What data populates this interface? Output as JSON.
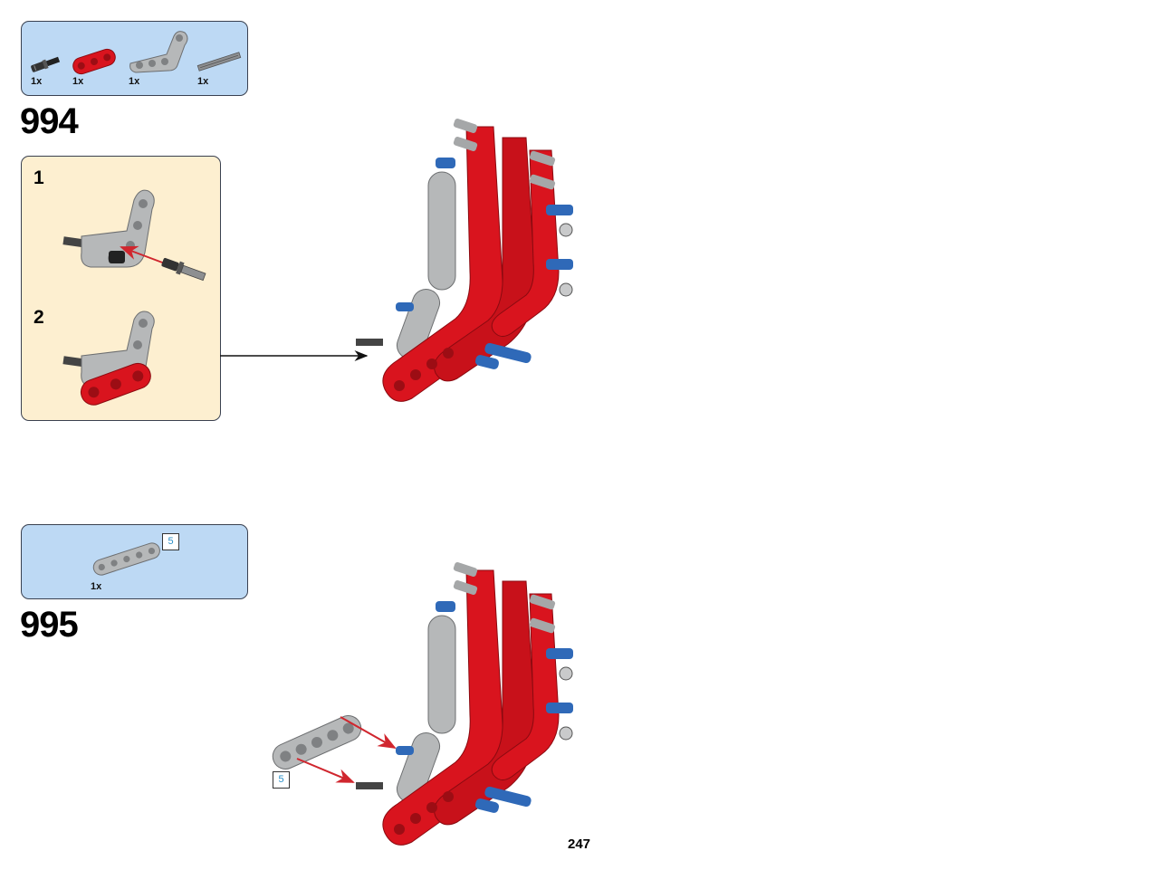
{
  "steps": [
    {
      "number": "994",
      "parts": [
        {
          "qty": "1x",
          "icon": "black-pin-with-axle-icon"
        },
        {
          "qty": "1x",
          "icon": "red-beam-3-icon"
        },
        {
          "qty": "1x",
          "icon": "gray-angled-beam-icon"
        },
        {
          "qty": "1x",
          "icon": "gray-axle-icon"
        }
      ],
      "substeps": [
        "1",
        "2"
      ]
    },
    {
      "number": "995",
      "parts": [
        {
          "qty": "1x",
          "icon": "gray-beam-5-icon",
          "length": "5"
        }
      ],
      "callout_length": "5"
    }
  ],
  "page_number": "247",
  "colors": {
    "parts_box": "#bdd9f4",
    "substep_box": "#fdefd0",
    "lego_red": "#d9141e",
    "lego_gray": "#a5a7a8",
    "lego_blue": "#2f69b8",
    "arrow_red": "#d0262e"
  }
}
